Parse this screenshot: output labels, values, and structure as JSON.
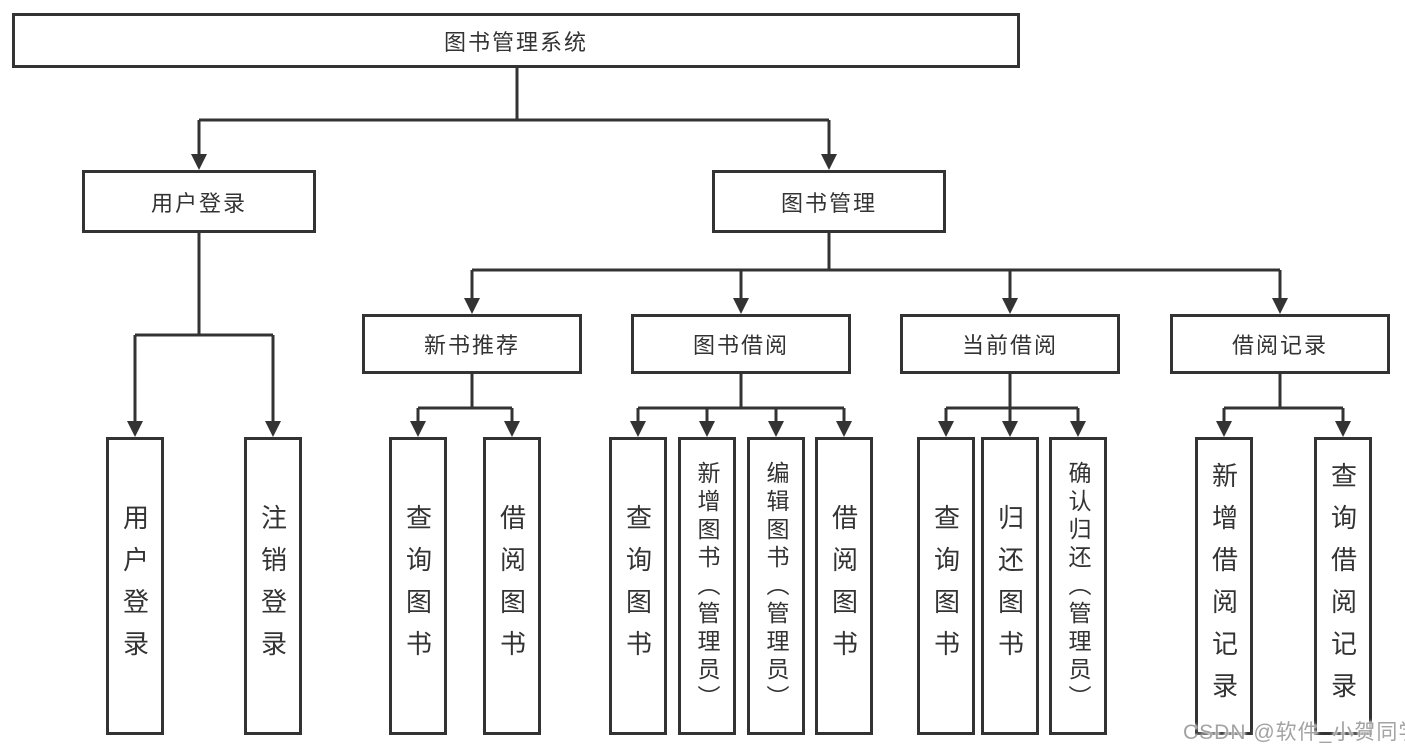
{
  "diagram": {
    "root": {
      "label": "图书管理系统"
    },
    "user_login": {
      "label": "用户登录",
      "children": [
        "用户登录",
        "注销登录"
      ]
    },
    "book_management": {
      "label": "图书管理",
      "groups": [
        {
          "label": "新书推荐",
          "children": [
            "查询图书",
            "借阅图书"
          ]
        },
        {
          "label": "图书借阅",
          "children": [
            "查询图书",
            "新增图书（管理员）",
            "编辑图书（管理员）",
            "借阅图书"
          ]
        },
        {
          "label": "当前借阅",
          "children": [
            "查询图书",
            "归还图书",
            "确认归还（管理员）"
          ]
        },
        {
          "label": "借阅记录",
          "children": [
            "新增借阅记录",
            "查询借阅记录"
          ]
        }
      ]
    }
  },
  "watermark": {
    "text": "CSDN @软件_小贺同学"
  },
  "colors": {
    "line": "#333333",
    "text": "#333333",
    "background": "#ffffff",
    "watermark": "#a3a3a3"
  }
}
